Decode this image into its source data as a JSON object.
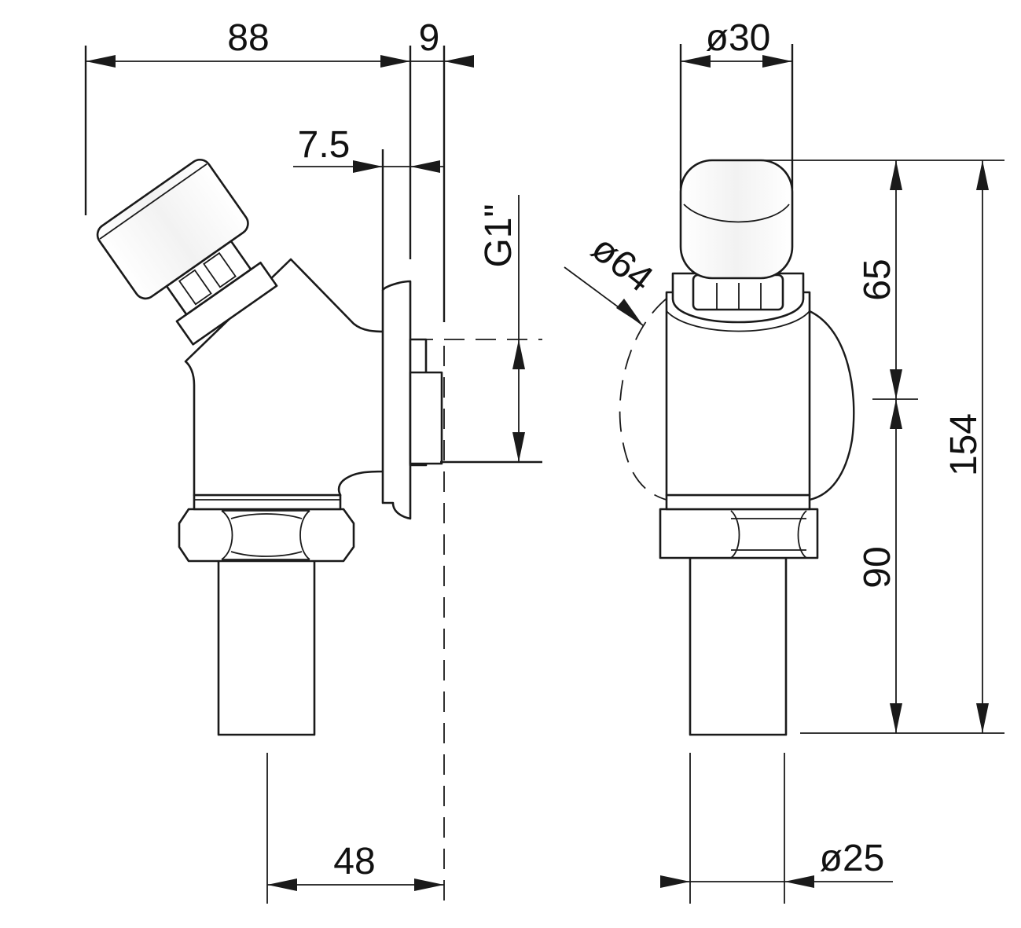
{
  "dimensions": {
    "width_88": "88",
    "width_9": "9",
    "offset_7_5": "7.5",
    "thread_g1": "G1\"",
    "diameter_64": "ø64",
    "diameter_30": "ø30",
    "height_65": "65",
    "height_90": "90",
    "height_154": "154",
    "width_48": "48",
    "diameter_25": "ø25"
  }
}
